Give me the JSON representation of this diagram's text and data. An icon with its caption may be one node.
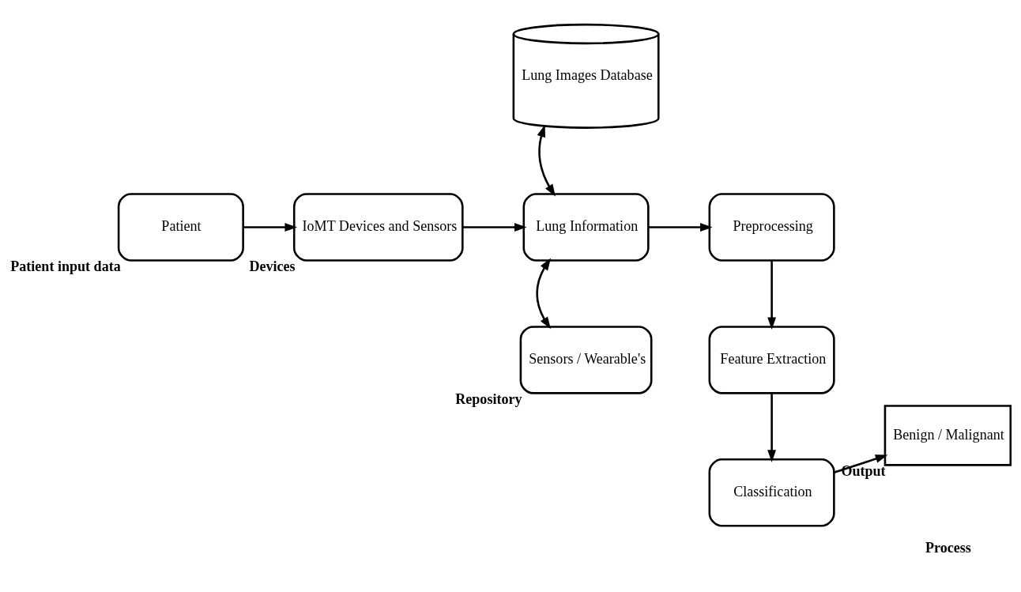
{
  "diagram": {
    "nodes": [
      {
        "text": [
          "Patient"
        ],
        "beside": [
          "Patient input data"
        ]
      },
      {
        "text": [
          "IoMT Devices and Sensors"
        ],
        "beside": [
          "Devices"
        ]
      },
      {
        "text": [
          "Lung Images Database"
        ]
      },
      {
        "text": [
          "Lung Information"
        ]
      },
      {
        "text": [
          "Sensors / Wearable's"
        ],
        "beside": [
          "Repository"
        ]
      },
      {
        "text": [
          "Preprocessing"
        ]
      },
      {
        "text": [
          "Feature Extraction"
        ]
      },
      {
        "text": [
          "Classification"
        ]
      },
      {
        "text": [
          "Benign / Malignant"
        ],
        "beside": [
          "Output"
        ]
      }
    ],
    "edges": [
      {
        "from": 0,
        "to": 1,
        "arrow": "to"
      },
      {
        "from": 1,
        "to": 3,
        "arrow": "to"
      },
      {
        "from": 3,
        "to": 2,
        "arrow": "both"
      },
      {
        "from": 3,
        "to": 4,
        "arrow": "both"
      },
      {
        "from": 3,
        "to": 5,
        "arrow": "to"
      },
      {
        "from": 5,
        "to": 6,
        "arrow": "to"
      },
      {
        "from": 6,
        "to": 7,
        "arrow": "to"
      },
      {
        "from": 7,
        "to": 8,
        "arrow": "to"
      }
    ],
    "labels": [
      "Process"
    ]
  }
}
